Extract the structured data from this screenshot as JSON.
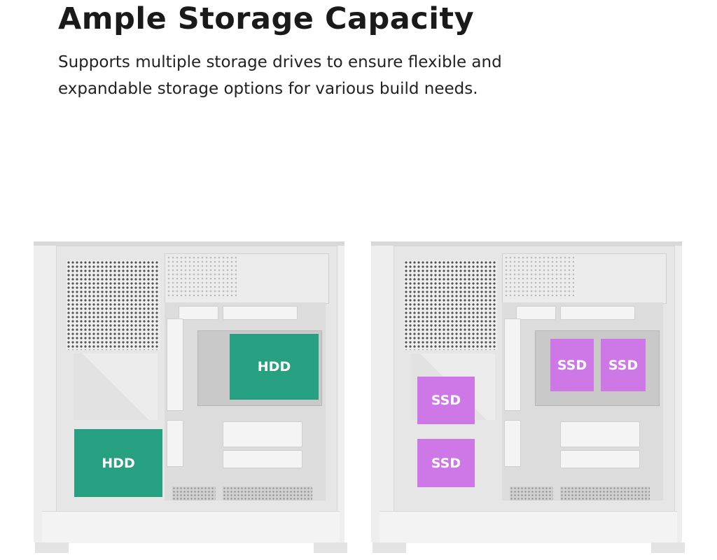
{
  "heading": "Ample Storage Capacity",
  "description": "Supports multiple storage drives to ensure flexible and expandable storage options for various build needs.",
  "colors": {
    "hdd": "#26a080",
    "ssd": "#cd78e6"
  },
  "cases": [
    {
      "drives": [
        {
          "label": "HDD"
        },
        {
          "label": "HDD"
        }
      ]
    },
    {
      "drives": [
        {
          "label": "SSD"
        },
        {
          "label": "SSD"
        },
        {
          "label": "SSD"
        },
        {
          "label": "SSD"
        }
      ]
    }
  ]
}
